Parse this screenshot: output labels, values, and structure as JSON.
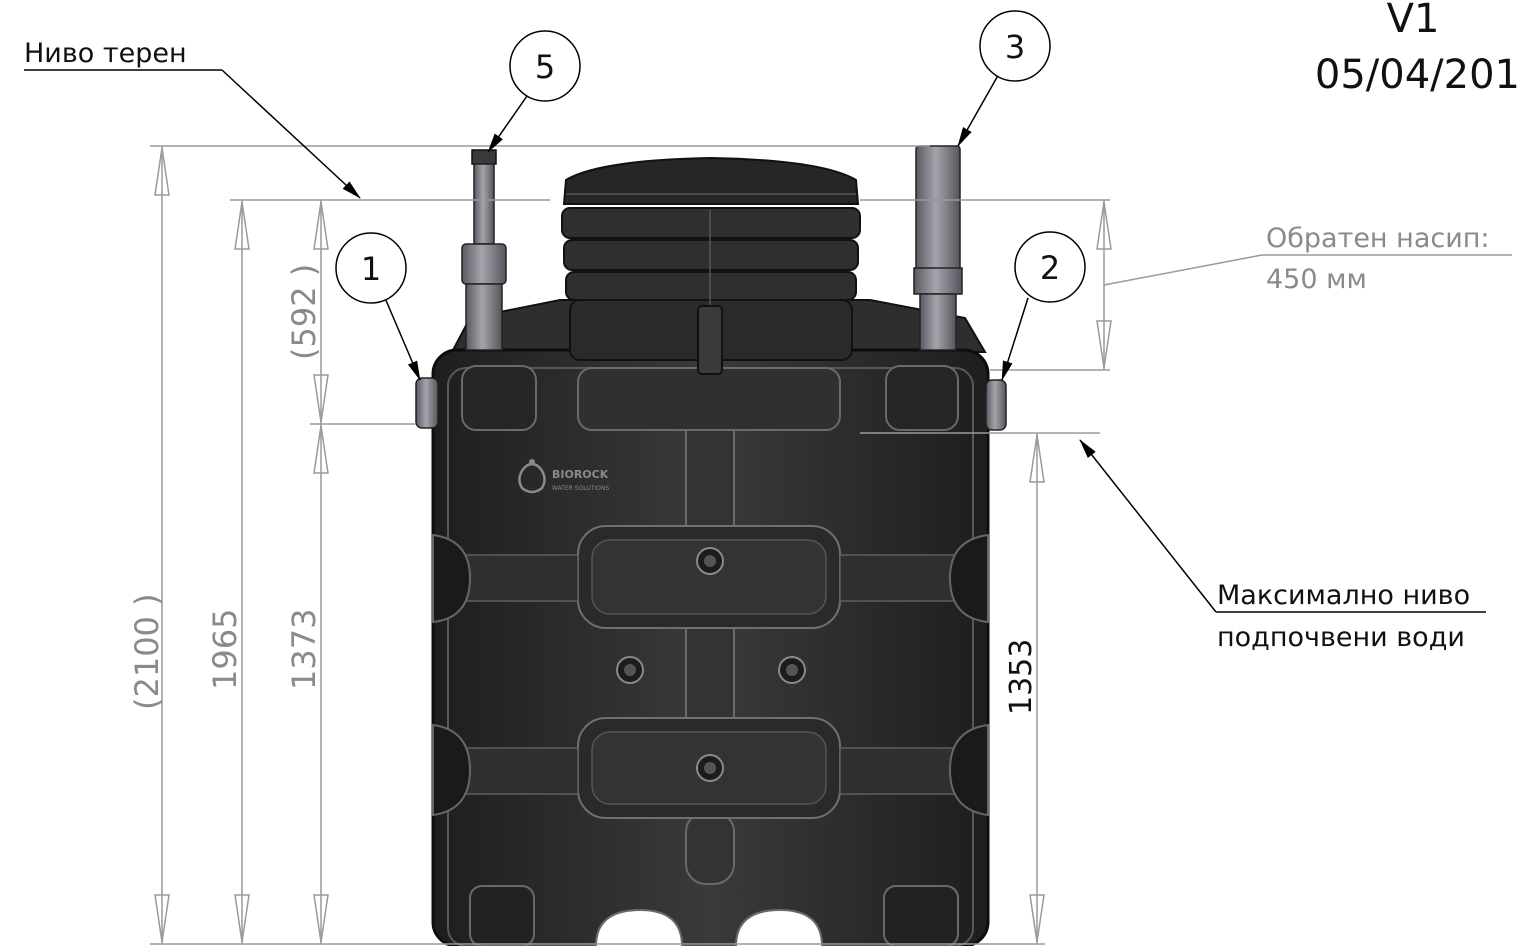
{
  "header": {
    "version": "V1",
    "date": "05/04/201"
  },
  "callouts": {
    "ground_level": "Ниво терен",
    "backfill_line1": "Обратен насип:",
    "backfill_line2": "450 мм",
    "groundwater_line1": "Максимално ниво",
    "groundwater_line2": "подпочвени води"
  },
  "balloons": [
    "1",
    "2",
    "3",
    "5"
  ],
  "dimensions": {
    "overall_height": "(2100 )",
    "height_to_ground": "1965",
    "height_to_inlet": "1373",
    "backfill_height": "(592 )",
    "groundwater_height": "1353"
  },
  "logo": {
    "line1": "BIOROCK",
    "line2": "WATER SOLUTIONS"
  },
  "colors": {
    "tank_body": "#2b2b2b",
    "tank_highlight": "#4a4a4a",
    "pipe_grey": "#7d7d85",
    "dimension_line": "#9a9a9a",
    "leader_line": "#000000"
  }
}
